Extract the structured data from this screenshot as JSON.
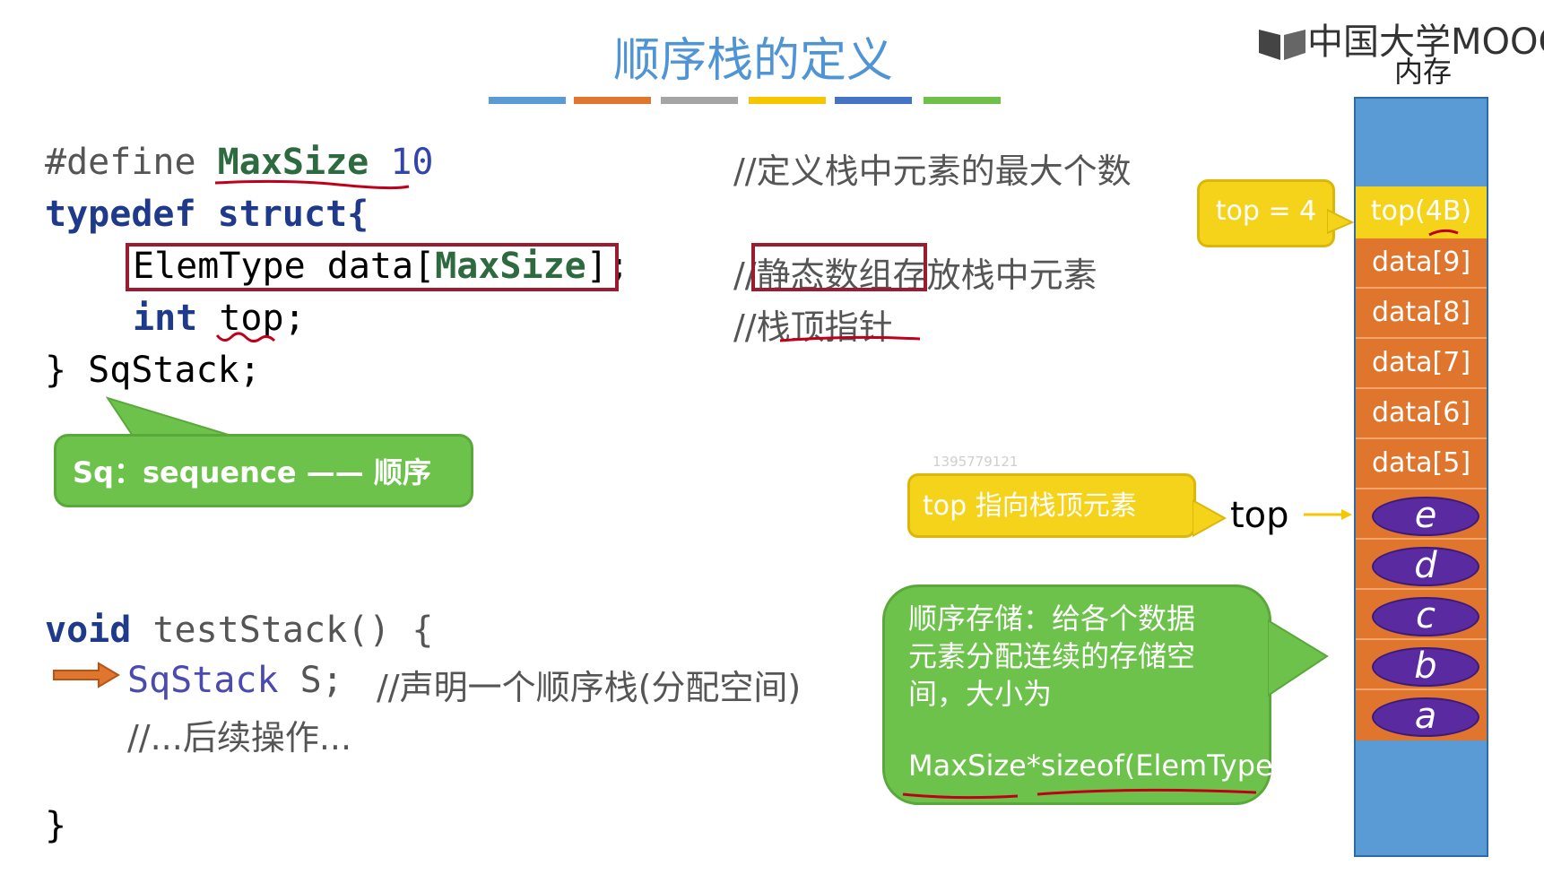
{
  "title": "顺序栈的定义",
  "title_bar_colors": [
    "#5b9bd5",
    "#e0752d",
    "#a5a5a5",
    "#f5c700",
    "#4472c4",
    "#70c04a"
  ],
  "logo": {
    "text": "中国大学MOOC",
    "memory_label": "内存"
  },
  "code": {
    "define_kw": "#define",
    "define_name": "MaxSize",
    "define_val": "10",
    "define_comment": "//定义栈中元素的最大个数",
    "typedef_line": "typedef struct{",
    "field_type": "ElemType",
    "field_data": "data",
    "field_open": "[",
    "field_maxsize": "MaxSize",
    "field_close": "];",
    "field_comment_prefix": "//",
    "field_comment_boxed": "静态数组",
    "field_comment_rest": "存放栈中元素",
    "int_kw": "int",
    "top_name": "top",
    "top_semicolon": ";",
    "top_comment_prefix": "//",
    "top_comment_underlined": "栈顶指针",
    "close_line": "} SqStack;",
    "void_kw": "void",
    "func_name": "testStack() {",
    "declare_type": "SqStack",
    "declare_var": "S;",
    "declare_comment": "//声明一个顺序栈(分配空间)",
    "later_ops": "//...后续操作...",
    "final_brace": "}"
  },
  "callouts": {
    "sq": "Sq：sequence —— 顺序",
    "top_eq": "top = 4",
    "top_points": "top 指向栈顶元素",
    "top_label": "top",
    "storage_lines": [
      "顺序存储：给各个数据",
      "元素分配连续的存储空",
      "间，大小为"
    ],
    "storage_formula": "MaxSize*sizeof(ElemType)"
  },
  "watermark": "1395779121",
  "stack": {
    "top_cell": "top(4B)",
    "data_cells": [
      "data[9]",
      "data[8]",
      "data[7]",
      "data[6]",
      "data[5]"
    ],
    "elements": [
      "e",
      "d",
      "c",
      "b",
      "a"
    ]
  }
}
